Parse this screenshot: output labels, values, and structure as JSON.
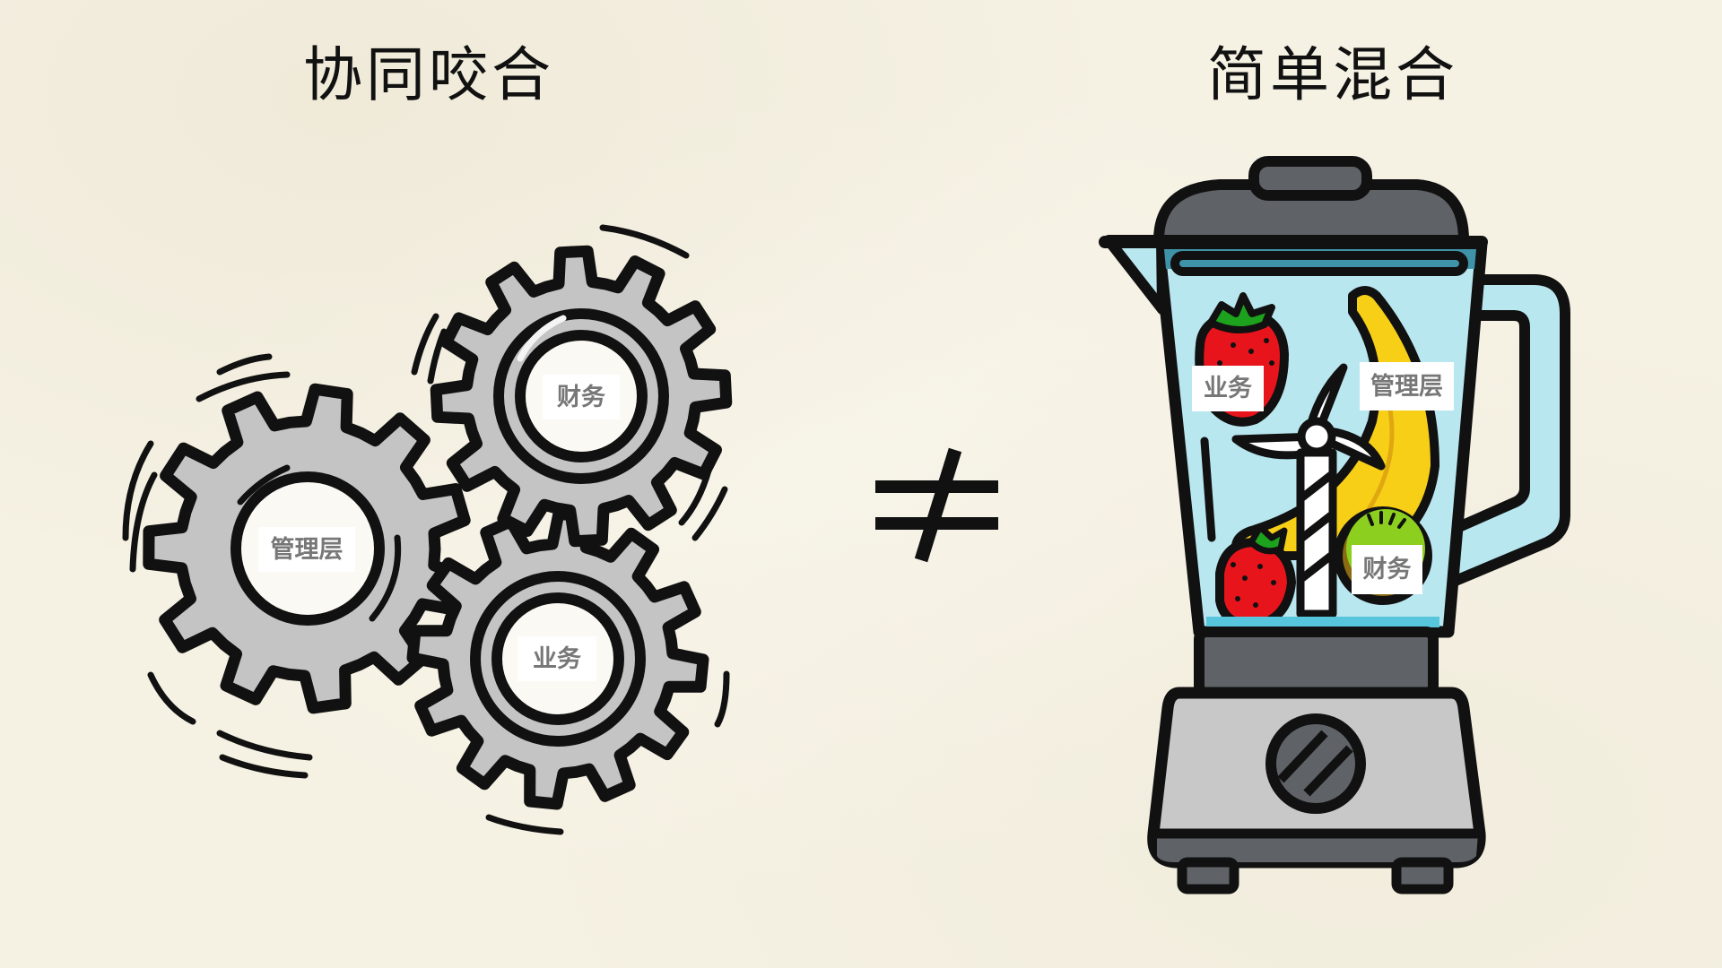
{
  "titles": {
    "left": "协同咬合",
    "right": "简单混合"
  },
  "relation_symbol": "≠",
  "gears": [
    {
      "label": "管理层",
      "role": "management"
    },
    {
      "label": "财务",
      "role": "finance"
    },
    {
      "label": "业务",
      "role": "business"
    }
  ],
  "blender": {
    "ingredients": [
      {
        "fruit": "strawberry",
        "label": "业务"
      },
      {
        "fruit": "banana",
        "label": "管理层"
      },
      {
        "fruit": "kiwi",
        "label": "财务"
      }
    ]
  },
  "colors": {
    "background": "#f5f1e3",
    "gear_fill": "#c4c4c4",
    "outline": "#111111",
    "jar_fill": "#b9e7f0",
    "strawberry": "#e8141c",
    "banana": "#f7cf17",
    "kiwi": "#8ccf1e",
    "base_light": "#c8c8c8",
    "base_dark": "#5f6266",
    "label_text": "#777777"
  }
}
